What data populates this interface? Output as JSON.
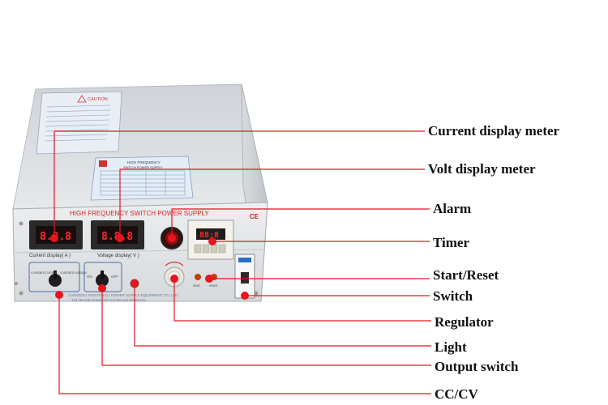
{
  "device": {
    "caution_title": "CAUTION",
    "panel_title": "HIGH FREQUENCY SWITCH POWER SUPPLY",
    "nameplate_title": "HIGH FREQUENCY",
    "nameplate_subtitle": "SWITCH POWER SUPPLY",
    "current_display_label": "Current display( A )",
    "voltage_display_label": "Voltage display( V )",
    "ce_mark": "CE",
    "current_meter_reading": "8.8.8",
    "voltage_meter_reading": "8.8.8",
    "timer_reading": "88:8",
    "start_label": "start",
    "reset_label": "reset",
    "on_label": "ON",
    "off_label": "OFF",
    "constant_current_label": "constant current",
    "constant_voltage_label": "constant voltage",
    "manufacturer_line": "CHENGDU XINGTONGLI POWER SUPPLY EQUIPMENT CO.,LTD",
    "contact_line": "TEL:86-028-87982432  FAX:86-028-87982432"
  },
  "callouts": [
    {
      "id": "current-display-meter",
      "text": "Current display meter",
      "color": "#e8141e"
    },
    {
      "id": "volt-display-meter",
      "text": "Volt display meter",
      "color": "#e8141e"
    },
    {
      "id": "alarm",
      "text": "Alarm",
      "color": "#e8141e"
    },
    {
      "id": "timer",
      "text": "Timer",
      "color": "#e8141e"
    },
    {
      "id": "start-reset",
      "text": "Start/Reset",
      "color": "#e8141e"
    },
    {
      "id": "switch",
      "text": "Switch",
      "color": "#e8141e"
    },
    {
      "id": "regulator",
      "text": "Regulator",
      "color": "#e8141e"
    },
    {
      "id": "light",
      "text": "Light",
      "color": "#e8141e"
    },
    {
      "id": "output-switch",
      "text": "Output switch",
      "color": "#e8141e"
    },
    {
      "id": "cc-cv",
      "text": "CC/CV",
      "color": "#e8141e"
    }
  ]
}
